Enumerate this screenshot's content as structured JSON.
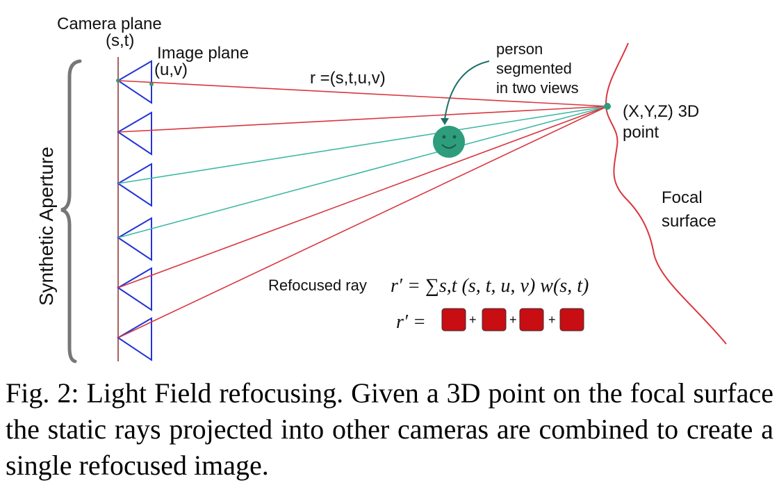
{
  "diagram": {
    "camera_plane_label": "Camera plane",
    "camera_plane_coords": "(s,t)",
    "image_plane_label": "Image plane",
    "image_plane_coords": "(u,v)",
    "ray_label": "r =(s,t,u,v)",
    "person_label_lines": [
      "person",
      "segmented",
      "in two views"
    ],
    "point_label_line1": "(X,Y,Z) 3D",
    "point_label_line2": "point",
    "focal_label_line1": "Focal",
    "focal_label_line2": "surface",
    "aperture_label": "Synthetic Aperture",
    "refocused_label": "Refocused ray",
    "equation_sum": "r′ = ∑s,t (s, t, u, v) w(s, t)",
    "equation_lhs": "r′ =",
    "equation_plus": "+",
    "colors": {
      "red_ray": "#d9363e",
      "teal_ray": "#3fb8a6",
      "camera_blue": "#2234d6",
      "person_fill": "#2e9d7c",
      "block_fill": "#c80d13",
      "brace": "#777777",
      "axis": "#8b2a2a"
    },
    "icons": [
      "smiley-face-icon",
      "camera-frustum-icon"
    ]
  },
  "caption": "Fig. 2: Light Field refocusing. Given a 3D point on the focal surface the static rays projected into other cameras are combined to create a single refocused image."
}
